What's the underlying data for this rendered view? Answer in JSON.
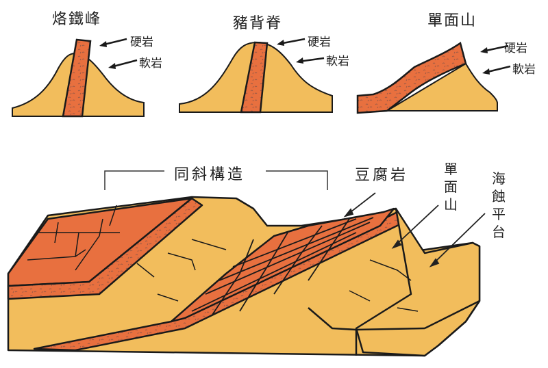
{
  "colors": {
    "soft_rock": "#F2BD5C",
    "hard_rock": "#E8703F",
    "outline": "#1a1a1a",
    "background": "#FFFFFF"
  },
  "top_panels": [
    {
      "title": "烙鐵峰",
      "hard_label": "硬岩",
      "soft_label": "軟岩"
    },
    {
      "title": "豬背脊",
      "hard_label": "硬岩",
      "soft_label": "軟岩"
    },
    {
      "title": "單面山",
      "hard_label": "硬岩",
      "soft_label": "軟岩"
    }
  ],
  "block_diagram": {
    "bracket_label": "同斜構造",
    "tofu_rock_label": "豆腐岩",
    "cuesta_label": "單面山",
    "wave_cut_platform_label": "海蝕平台"
  }
}
